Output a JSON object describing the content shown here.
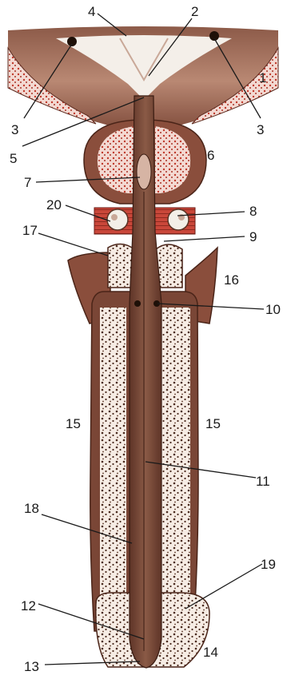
{
  "labels": [
    "1",
    "2",
    "3",
    "3",
    "4",
    "5",
    "6",
    "7",
    "8",
    "9",
    "10",
    "11",
    "12",
    "13",
    "14",
    "15",
    "15",
    "16",
    "17",
    "18",
    "19",
    "20"
  ]
}
